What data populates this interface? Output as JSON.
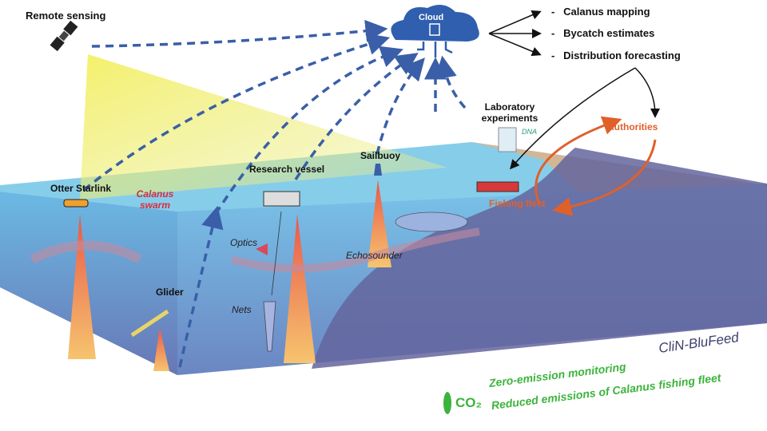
{
  "title_cloud": "Cloud",
  "sources": {
    "remote_sensing": "Remote sensing",
    "otter": "Otter Starlink",
    "research_vessel": "Research vessel",
    "sailbuoy": "Sailbuoy",
    "lab": "Laboratory experiments",
    "glider": "Glider",
    "optics": "Optics",
    "nets": "Nets",
    "echosounder": "Echosounder",
    "dna": "DNA"
  },
  "swarm_label": "Calanus swarm",
  "outputs": [
    "Calanus mapping",
    "Bycatch estimates",
    "Distribution forecasting"
  ],
  "authorities": "Authorities",
  "fishing_fleet": "Fishing fleet",
  "project": "CliN-BluFeed",
  "co2": {
    "symbol": "CO₂",
    "line1": "Zero-emission monitoring",
    "line2": "Reduced emissions of Calanus fishing fleet"
  },
  "colors": {
    "arrow": "#3a5fa8",
    "orange": "#e0602a",
    "green": "#3cb43c"
  }
}
